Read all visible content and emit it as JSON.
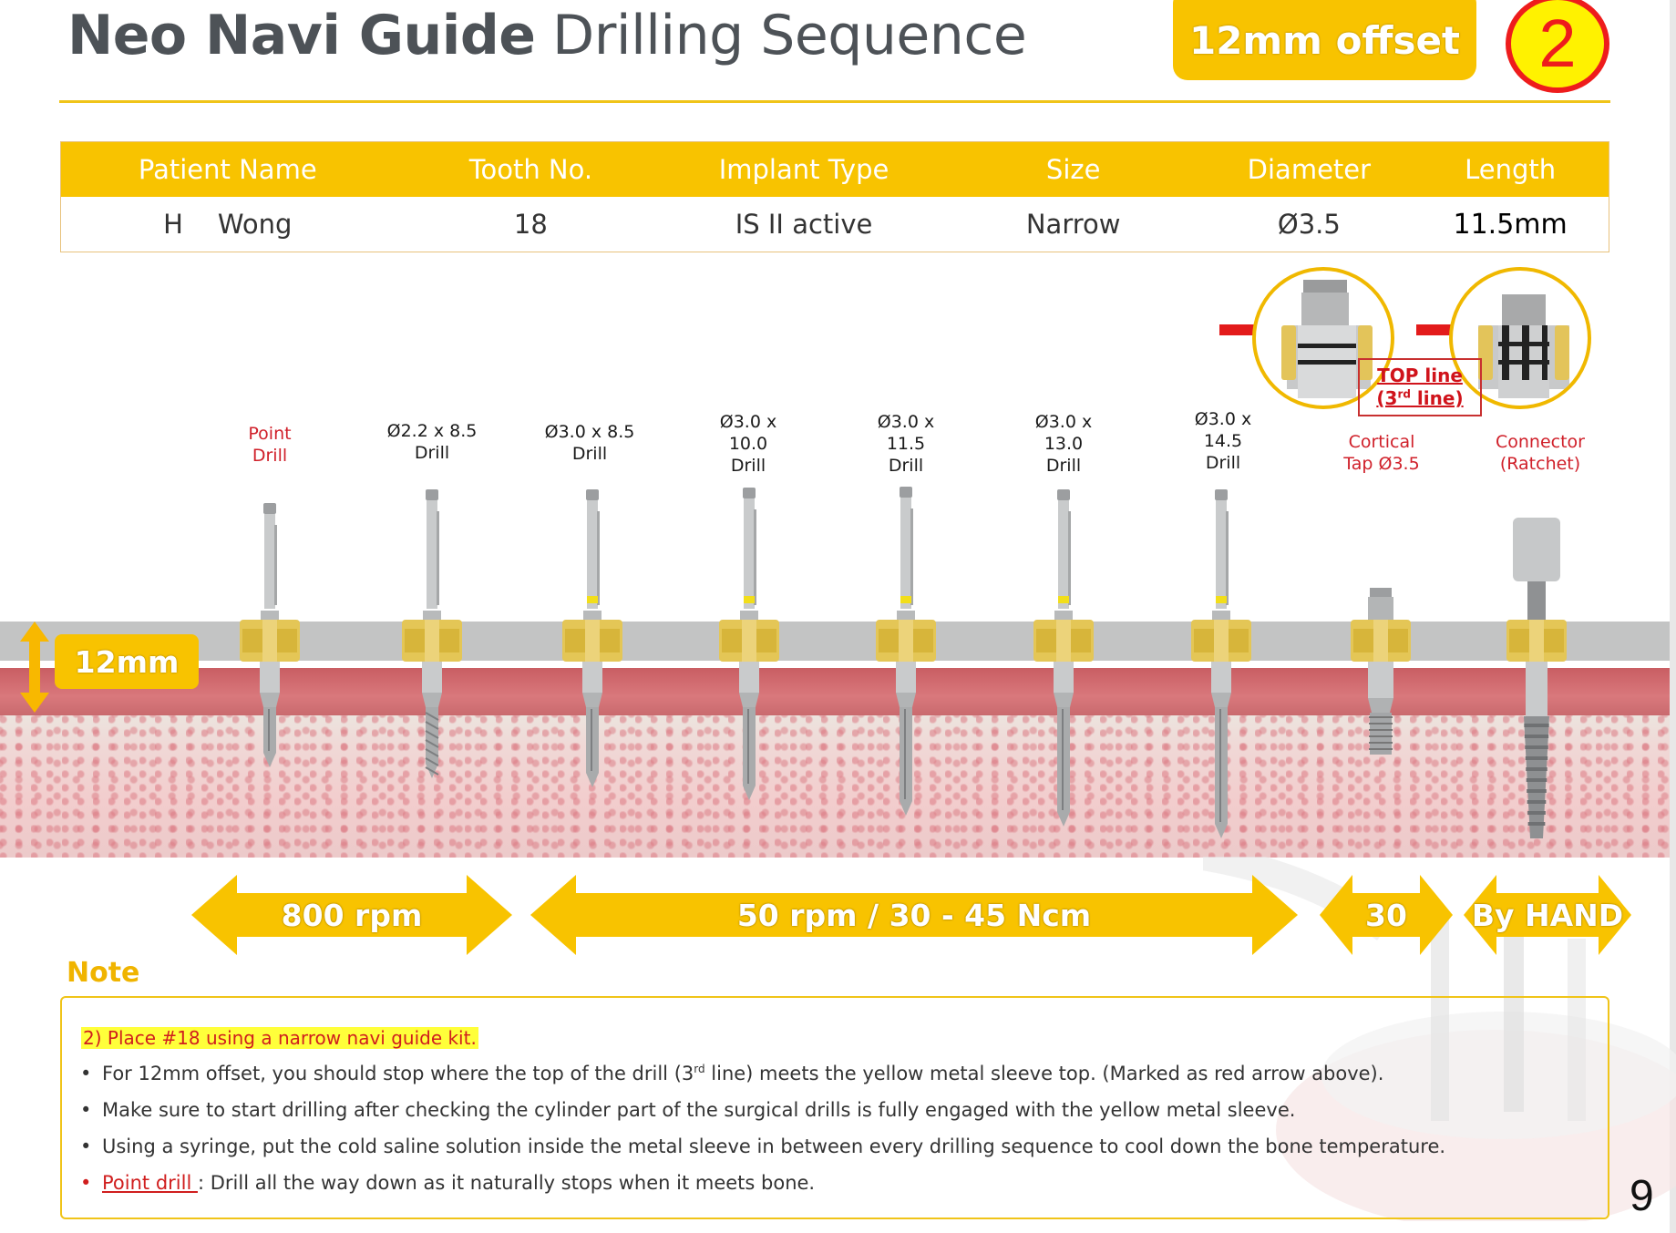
{
  "header": {
    "title_bold": "Neo Navi Guide",
    "title_light": "Drilling Sequence",
    "offset_badge": "12mm offset",
    "step_number": "2"
  },
  "colors": {
    "brand_yellow": "#f8c300",
    "title_gray": "#4d5257",
    "accent_red": "#d0202a",
    "guide_gray": "#c3c4c4",
    "gum_pink": "#d9787c"
  },
  "patient_table": {
    "headers": [
      "Patient Name",
      "Tooth No.",
      "Implant Type",
      "Size",
      "Diameter",
      "Length"
    ],
    "row": {
      "name_initial": "H",
      "name_last": "Wong",
      "tooth_no": "18",
      "implant_type": "IS II active",
      "size": "Narrow",
      "diameter": "Ø3.5",
      "length": "11.5mm"
    }
  },
  "detail_callout": {
    "top_line_1": "TOP line",
    "top_line_2_prefix": "(3",
    "top_line_2_sup": "rd",
    "top_line_2_suffix": " line)"
  },
  "tools": [
    {
      "line1": "Point",
      "line2": "Drill",
      "line3": "",
      "highlight": true
    },
    {
      "line1": "Ø2.2 x 8.5",
      "line2": "Drill",
      "line3": "",
      "highlight": false
    },
    {
      "line1": "Ø3.0 x 8.5",
      "line2": "Drill",
      "line3": "",
      "highlight": false
    },
    {
      "line1": "Ø3.0 x",
      "line2": "10.0",
      "line3": "Drill",
      "highlight": false
    },
    {
      "line1": "Ø3.0 x",
      "line2": "11.5",
      "line3": "Drill",
      "highlight": false
    },
    {
      "line1": "Ø3.0 x",
      "line2": "13.0",
      "line3": "Drill",
      "highlight": false
    },
    {
      "line1": "Ø3.0 x",
      "line2": "14.5",
      "line3": "Drill",
      "highlight": false
    },
    {
      "line1": "Cortical",
      "line2": "Tap Ø3.5",
      "line3": "",
      "highlight": true
    },
    {
      "line1": "Connector",
      "line2": "(Ratchet)",
      "line3": "",
      "highlight": true
    }
  ],
  "offset_height_label": "12mm",
  "speed_ranges": [
    {
      "label": "800 rpm"
    },
    {
      "label": "50 rpm / 30 - 45 Ncm"
    },
    {
      "label": "30"
    },
    {
      "label": "By HAND"
    }
  ],
  "note": {
    "title": "Note",
    "heading": "2) Place #18 using a narrow navi guide kit.",
    "bullets": [
      {
        "pre": "For  12mm offset, you should stop where the top of the drill (3",
        "sup": "rd",
        "post": " line) meets the yellow metal sleeve top. (Marked as red arrow above)."
      },
      {
        "text": "Make sure to start drilling after checking the cylinder part of the surgical drills is fully engaged with the yellow metal sleeve."
      },
      {
        "text": "Using a syringe, put the cold saline solution inside the metal sleeve in between every drilling sequence to cool down the bone temperature."
      },
      {
        "link": "Point drill ",
        "text": ": Drill all the way down as it naturally stops when it meets bone."
      }
    ],
    "bullet_glyph": "•"
  },
  "page_number": "9"
}
